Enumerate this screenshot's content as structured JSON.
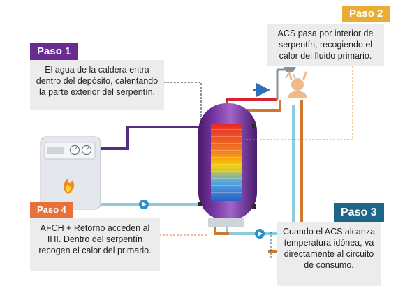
{
  "steps": [
    {
      "tag": "Paso 1",
      "text": "El agua de la caldera entra dentro del depósito, calentando la parte exterior del serpentín.",
      "color": "#6a2c91"
    },
    {
      "tag": "Paso 2",
      "text": "ACS pasa por interior de serpentín, recogiendo el calor del fluido primario.",
      "color": "#e9ac35"
    },
    {
      "tag": "Paso 3",
      "text": "Cuando el ACS alcanza temperatura idónea, va directamente al circuito de consumo.",
      "color": "#1d6688"
    },
    {
      "tag": "Paso 4",
      "text": "AFCH + Retorno acceden al IHI. Dentro del serpentín recogen el calor del primario.",
      "color": "#e8703a"
    }
  ],
  "colors": {
    "hot_pipe": "#d6252f",
    "warm_pipe": "#d0782e",
    "boiler_pipe": "#5b2a86",
    "cold_pipe": "#8ecbd8",
    "pump": "#2a8fc6",
    "arrow": "#2d72b8"
  },
  "icons": [
    "boiler-icon",
    "flame-icon",
    "pump-icon",
    "shower-icon",
    "person-icon",
    "storage-tank-icon",
    "coil-icon",
    "flow-arrow-icon"
  ]
}
